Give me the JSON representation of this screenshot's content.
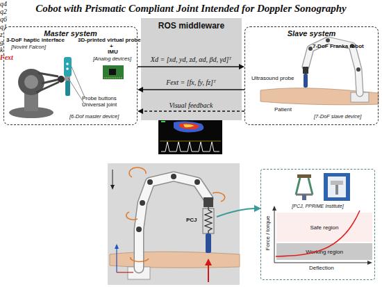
{
  "diagram": {
    "title": "Cobot with Prismatic Compliant Joint Intended for Doppler Sonography",
    "nodes": [
      {
        "text": [
          "Master system"
        ]
      },
      {
        "text": [
          "ROS middleware"
        ]
      },
      {
        "text": [
          "Slave system"
        ]
      },
      {
        "text": [
          "[PCJ, PPRIME Institute]"
        ]
      },
      {
        "text": [
          "Safe region"
        ],
        "in": 3
      },
      {
        "text": [
          "Working region"
        ],
        "in": 3
      }
    ],
    "edges": [
      {
        "from": 0,
        "to": 2,
        "arrow": "to",
        "label": "Xd = [xd, yd, zd, αd, βd, γd]ᵀ"
      },
      {
        "from": 2,
        "to": 0,
        "arrow": "to",
        "label": "Fext = [fx, fy, fz]ᵀ"
      },
      {
        "from": 2,
        "to": 0,
        "arrow": "to",
        "label": "Visual feedback"
      }
    ],
    "labels": [
      "3-DoF haptic interface",
      "[Novint Falcon]",
      "3D-printed virtual probe",
      "+",
      "IMU",
      "[Analog devices]",
      "Probe buttons",
      "Universal joint",
      "[6-Dof master device]",
      "7-DoF Franka robot",
      "Ultrasound probe",
      "Patient",
      "[7-DoF slave device]",
      "q4",
      "q2",
      "q6",
      "q1",
      "z",
      "g",
      "PCJ",
      "k",
      "Fext",
      "Force / torque",
      "Deflection"
    ]
  }
}
